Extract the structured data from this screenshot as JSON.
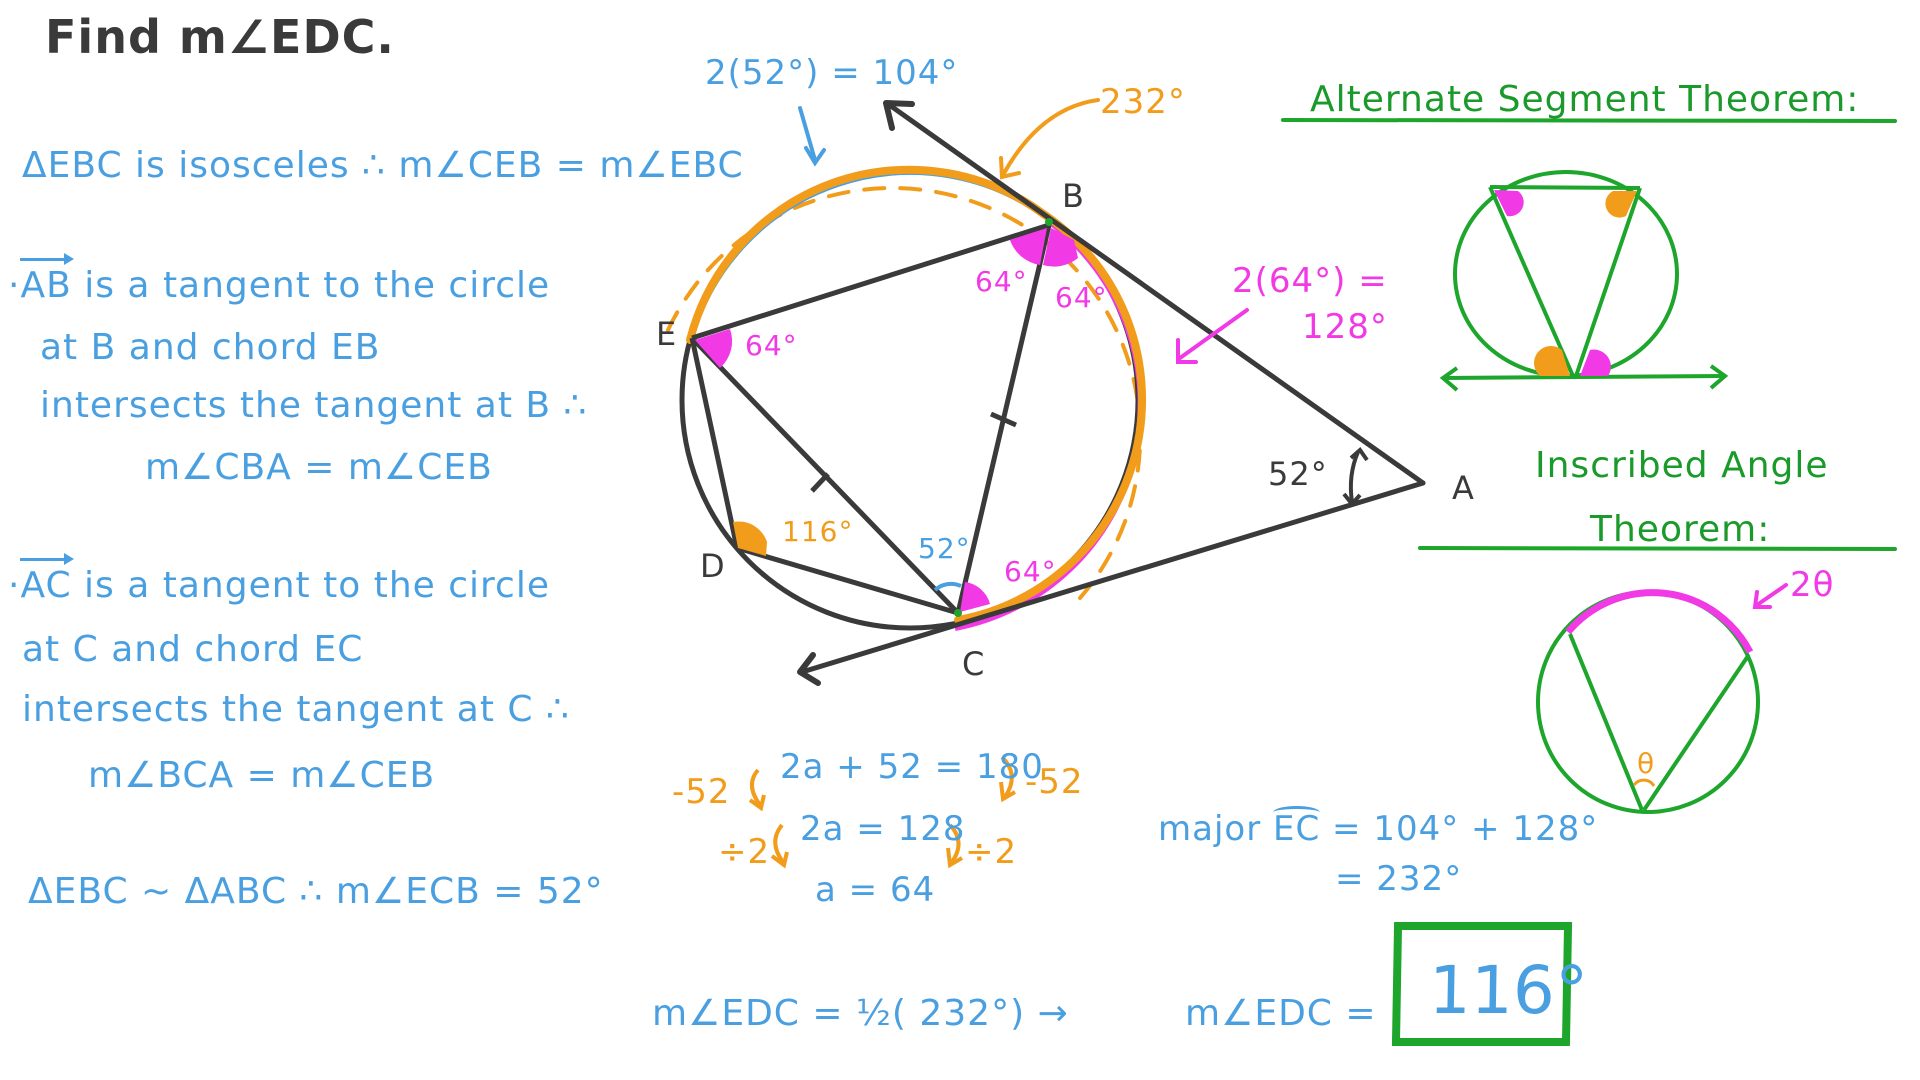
{
  "problem": {
    "title": "Find m∠EDC."
  },
  "steps": {
    "isosceles": "ΔEBC is isosceles ∴ m∠CEB = m∠EBC",
    "tangent_ab": {
      "bullet": "·",
      "vector": "AB",
      "line1_rest": "is a tangent to the circle",
      "line2": "at B  and  chord EB",
      "line3": "intersects the tangent at B ∴",
      "conclusion": "m∠CBA = m∠CEB"
    },
    "tangent_ac": {
      "bullet": "·",
      "vector": "AC",
      "line1_rest": "is a tangent to the circle",
      "line2": "at C  and  chord EC",
      "line3": "intersects the tangent at C  ∴",
      "conclusion": "m∠BCA = m∠CEB"
    },
    "similar": "ΔEBC ~ ΔABC  ∴  m∠ECB = 52°"
  },
  "algebra": {
    "line1": "2a + 52 = 180",
    "line2": "2a = 128",
    "line3": "a = 64",
    "op1_left": "-52",
    "op1_right": "-52",
    "op2_left": "÷2",
    "op2_right": "÷2"
  },
  "major_arc": {
    "prefix": "major",
    "arc": "EC",
    "expr": "= 104° + 128°",
    "result": "= 232°"
  },
  "final": {
    "expr": "m∠EDC = ½( 232°) →",
    "answer_prefix": "m∠EDC =",
    "answer": "116°"
  },
  "diagram": {
    "points": {
      "A": "A",
      "B": "B",
      "C": "C",
      "D": "D",
      "E": "E"
    },
    "angle_labels": {
      "E_angle": "64°",
      "B_left": "64°",
      "B_right": "64°",
      "C_right": "64°",
      "C_left": "52°",
      "D_angle": "116°",
      "A_angle": "52°"
    },
    "arc_annotations": {
      "minor_EB": "2(52°) = 104°",
      "major_EC": "232°",
      "minor_BC_line1": "2(64°) =",
      "minor_BC_line2": "128°"
    },
    "colors": {
      "line": "#3a3a3a",
      "blue": "#4a9fe0",
      "orange": "#f29c1b",
      "magenta": "#f239e6",
      "green": "#1da52c"
    }
  },
  "theorems": {
    "alternate_segment": {
      "title": "Alternate Segment Theorem:"
    },
    "inscribed_angle": {
      "title_line1": "Inscribed Angle",
      "title_line2": "Theorem:",
      "arc_label": "2θ",
      "angle_label": "θ"
    }
  }
}
